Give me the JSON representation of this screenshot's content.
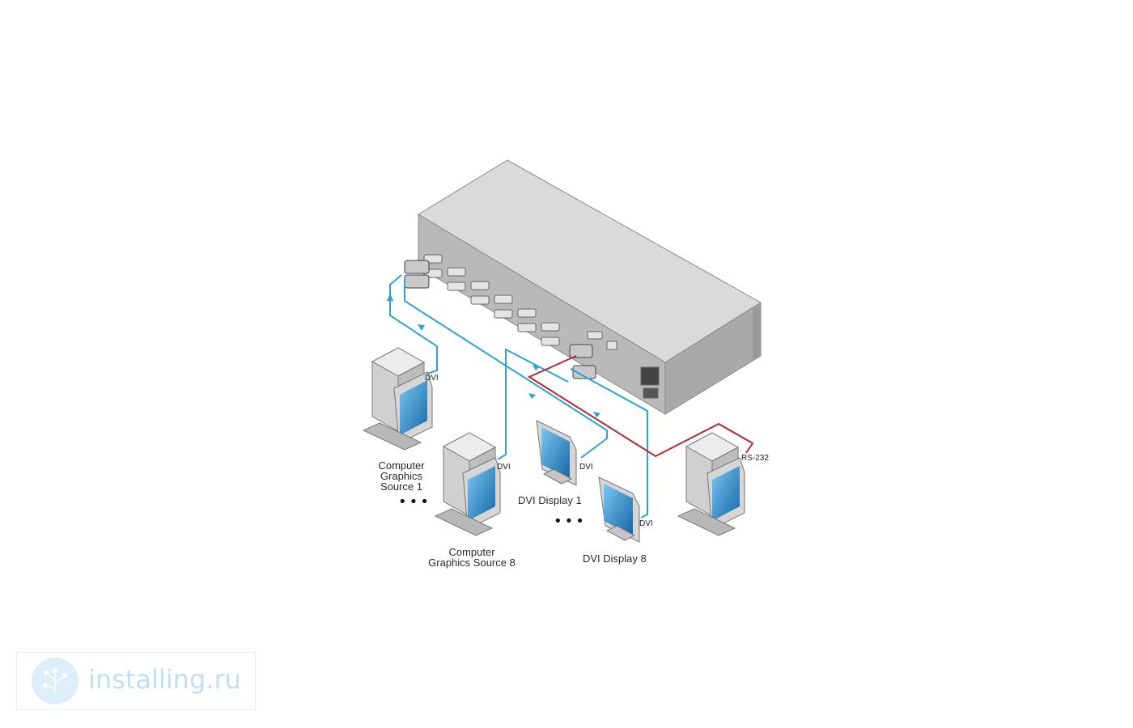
{
  "labels": {
    "source1": "Computer\nGraphics\nSource 1",
    "source8": "Computer\nGraphics Source 8",
    "display1": "DVI Display 1",
    "display8": "DVI Display 8",
    "dvi": "DVI",
    "rs232": "RS-232",
    "ellipsis": "•••"
  },
  "watermark": {
    "text": "installing.ru",
    "logo": "circuit-tree-logo"
  },
  "colors": {
    "dvi_cable": "#2ba3d6",
    "rs232_cable": "#b5292e",
    "device_body": "#d6d6d6",
    "screen": "#1f86c9",
    "watermark_text": "#bfe0f2"
  }
}
